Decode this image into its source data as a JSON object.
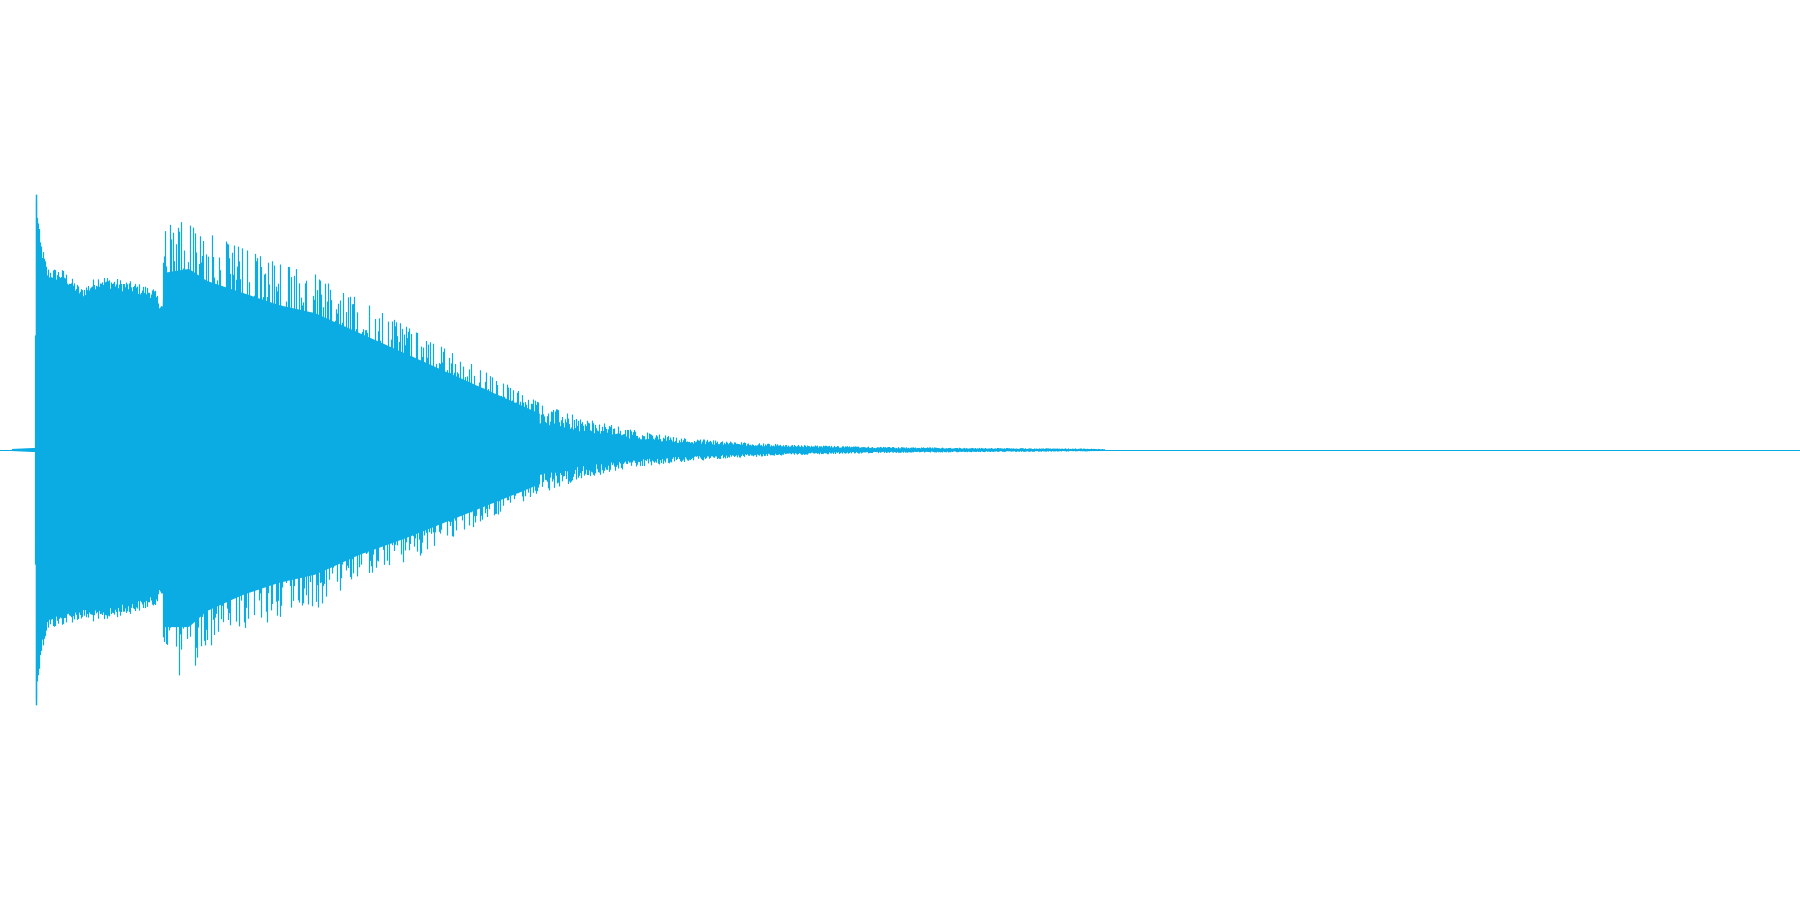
{
  "chart_data": {
    "type": "area",
    "title": "",
    "xlabel": "",
    "ylabel": "",
    "grid": false,
    "legend": "none",
    "color": "#0aace3",
    "ylim": [
      -1,
      1
    ],
    "x_range": [
      0,
      1
    ],
    "onset": 0.02,
    "envelope": [
      {
        "t": 0.0,
        "upper": 0.002,
        "lower": -0.002
      },
      {
        "t": 0.019,
        "upper": 0.008,
        "lower": -0.008
      },
      {
        "t": 0.02,
        "upper": 0.99,
        "lower": -0.99
      },
      {
        "t": 0.022,
        "upper": 0.83,
        "lower": -0.82
      },
      {
        "t": 0.026,
        "upper": 0.71,
        "lower": -0.7
      },
      {
        "t": 0.035,
        "upper": 0.7,
        "lower": -0.68
      },
      {
        "t": 0.045,
        "upper": 0.63,
        "lower": -0.66
      },
      {
        "t": 0.055,
        "upper": 0.68,
        "lower": -0.67
      },
      {
        "t": 0.075,
        "upper": 0.65,
        "lower": -0.63
      },
      {
        "t": 0.085,
        "upper": 0.63,
        "lower": -0.61
      },
      {
        "t": 0.09,
        "upper": 0.57,
        "lower": -0.57
      },
      {
        "t": 0.091,
        "upper": 0.88,
        "lower": -0.88
      },
      {
        "t": 0.105,
        "upper": 0.9,
        "lower": -0.88
      },
      {
        "t": 0.115,
        "upper": 0.84,
        "lower": -0.8
      },
      {
        "t": 0.135,
        "upper": 0.78,
        "lower": -0.72
      },
      {
        "t": 0.155,
        "upper": 0.72,
        "lower": -0.66
      },
      {
        "t": 0.175,
        "upper": 0.68,
        "lower": -0.62
      },
      {
        "t": 0.2,
        "upper": 0.58,
        "lower": -0.52
      },
      {
        "t": 0.225,
        "upper": 0.48,
        "lower": -0.44
      },
      {
        "t": 0.25,
        "upper": 0.38,
        "lower": -0.35
      },
      {
        "t": 0.275,
        "upper": 0.28,
        "lower": -0.26
      },
      {
        "t": 0.3,
        "upper": 0.18,
        "lower": -0.17
      },
      {
        "t": 0.325,
        "upper": 0.12,
        "lower": -0.11
      },
      {
        "t": 0.35,
        "upper": 0.08,
        "lower": -0.07
      },
      {
        "t": 0.375,
        "upper": 0.05,
        "lower": -0.05
      },
      {
        "t": 0.4,
        "upper": 0.035,
        "lower": -0.035
      },
      {
        "t": 0.425,
        "upper": 0.025,
        "lower": -0.025
      },
      {
        "t": 0.45,
        "upper": 0.018,
        "lower": -0.018
      },
      {
        "t": 0.475,
        "upper": 0.014,
        "lower": -0.014
      },
      {
        "t": 0.5,
        "upper": 0.011,
        "lower": -0.011
      },
      {
        "t": 0.55,
        "upper": 0.008,
        "lower": -0.008
      },
      {
        "t": 0.6,
        "upper": 0.006,
        "lower": -0.006
      },
      {
        "t": 0.62,
        "upper": 0.003,
        "lower": -0.003
      },
      {
        "t": 0.65,
        "upper": 0.001,
        "lower": -0.001
      },
      {
        "t": 1.0,
        "upper": 0.001,
        "lower": -0.001
      }
    ]
  }
}
